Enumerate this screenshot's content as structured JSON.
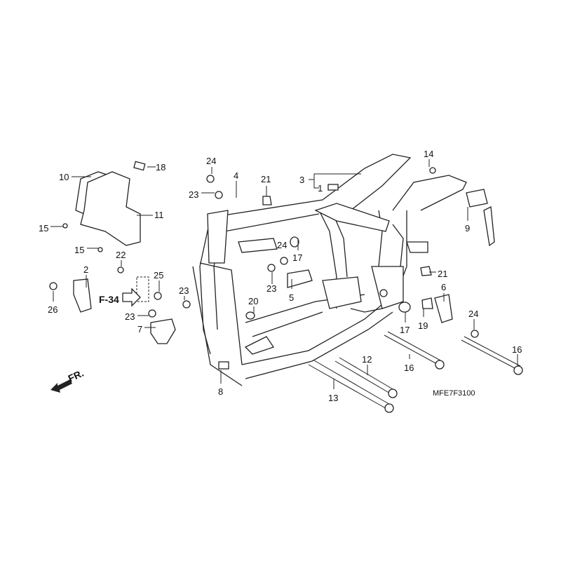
{
  "diagram": {
    "code": "MFE7F3100",
    "reference": "F-34",
    "front_marker": "FR.",
    "callouts": {
      "c18": "18",
      "c10": "10",
      "c11": "11",
      "c15a": "15",
      "c15b": "15",
      "c24a": "24",
      "c4": "4",
      "c23a": "23",
      "c21a": "21",
      "c3": "3",
      "c1": "1",
      "c14": "14",
      "c9": "9",
      "c22": "22",
      "c2": "2",
      "c25": "25",
      "c26": "26",
      "c23b": "23",
      "c23c": "23",
      "c7": "7",
      "c20": "20",
      "c24b": "24",
      "c17a": "17",
      "c23d": "23",
      "c5": "5",
      "c17b": "17",
      "c19": "19",
      "c21b": "21",
      "c6": "6",
      "c24c": "24",
      "c16a": "16",
      "c16b": "16",
      "c12": "12",
      "c13": "13",
      "c8": "8"
    }
  }
}
